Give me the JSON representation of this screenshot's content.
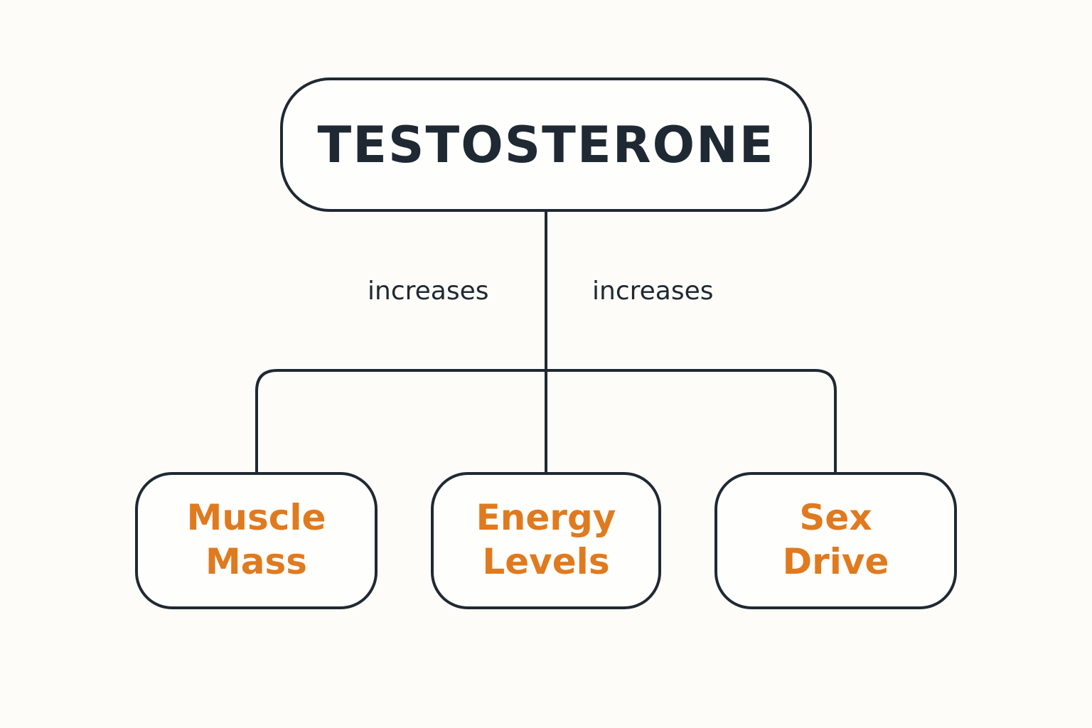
{
  "diagram": {
    "root": {
      "label": "TESTOSTERONE"
    },
    "edge_labels": [
      "increases",
      "increases"
    ],
    "children": [
      {
        "label": "Muscle\nMass"
      },
      {
        "label": "Energy\nLevels"
      },
      {
        "label": "Sex\nDrive"
      }
    ]
  },
  "colors": {
    "stroke": "#1f2933",
    "child_text": "#e07a1f",
    "background": "#fdfcf8"
  }
}
